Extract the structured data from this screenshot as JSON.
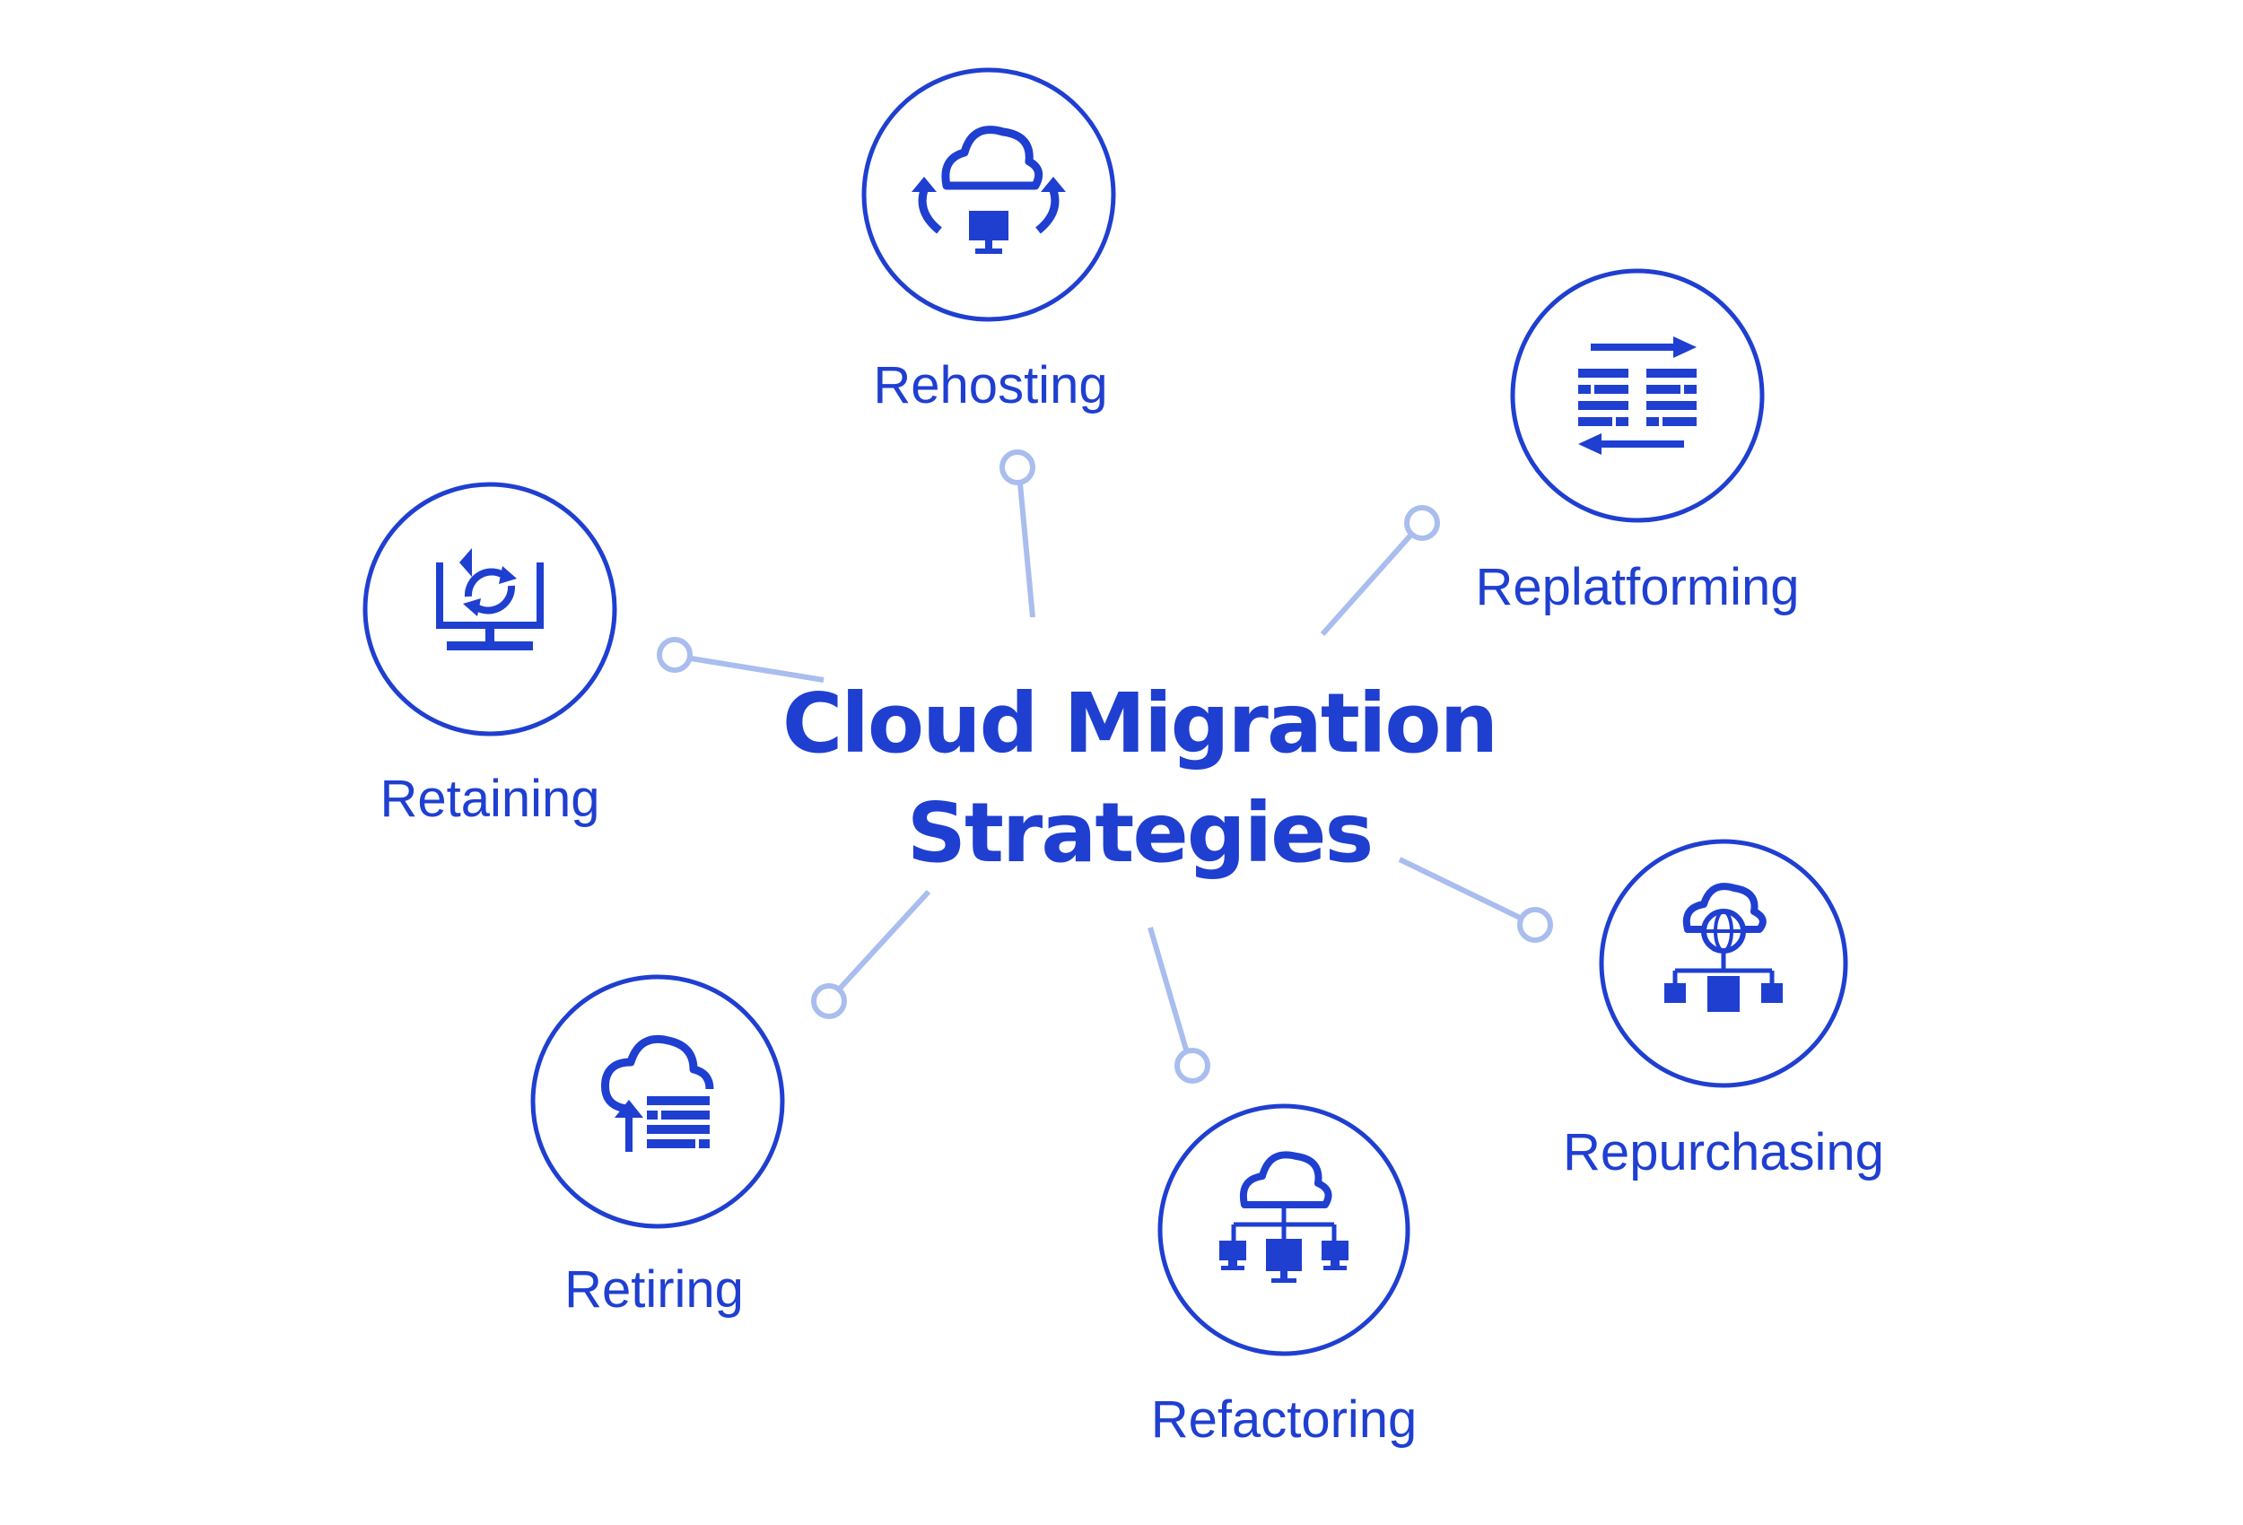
{
  "colors": {
    "primary": "#1f3fd1",
    "connector": "#a9bdee",
    "background": "#ffffff"
  },
  "title": {
    "line1": "Cloud Migration",
    "line2": "Strategies"
  },
  "strategies": [
    {
      "label": "Rehosting",
      "icon": "cloud-sync-monitor-icon"
    },
    {
      "label": "Replatforming",
      "icon": "data-transfer-arrows-icon"
    },
    {
      "label": "Repurchasing",
      "icon": "cloud-globe-network-icon"
    },
    {
      "label": "Refactoring",
      "icon": "cloud-network-computers-icon"
    },
    {
      "label": "Retiring",
      "icon": "cloud-upload-list-icon"
    },
    {
      "label": "Retaining",
      "icon": "monitor-refresh-icon"
    }
  ]
}
